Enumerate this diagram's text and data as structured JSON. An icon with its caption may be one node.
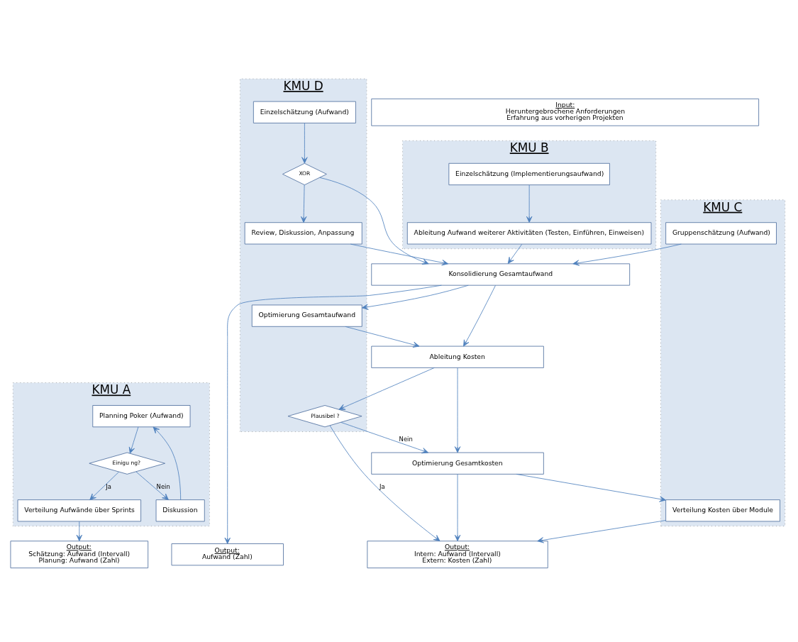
{
  "diagram": {
    "nodes": [
      {
        "text": [
          "KMU A"
        ]
      },
      {
        "text": [
          "KMU B"
        ]
      },
      {
        "text": [
          "KMU C"
        ]
      },
      {
        "text": [
          "KMU D"
        ]
      },
      {
        "text": [
          "Input:",
          "Heruntergebrochene Anforderungen",
          "Erfahrung aus vorherigen Projekten"
        ]
      },
      {
        "text": [
          "Planning Poker (Aufwand)"
        ],
        "in": 0
      },
      {
        "text": [
          "Einigu ng?"
        ],
        "in": 0
      },
      {
        "text": [
          "Diskussion"
        ],
        "in": 0
      },
      {
        "text": [
          "Verteilung Aufwände über Sprints"
        ],
        "in": 0
      },
      {
        "text": [
          "Output:",
          "Schätzung: Aufwand (Intervall)",
          "Planung: Aufwand (Zahl)"
        ]
      },
      {
        "text": [
          "Einzelschätzung (Implementierungsaufwand)"
        ],
        "in": 1
      },
      {
        "text": [
          "Ableitung Aufwand weiterer Aktivitäten (Testen, Einführen, Einweisen)"
        ],
        "in": 1
      },
      {
        "text": [
          "Konsolidierung Gesamtaufwand"
        ]
      },
      {
        "text": [
          "Output:",
          "Aufwand (Zahl)"
        ]
      },
      {
        "text": [
          "Gruppenschätzung (Aufwand)"
        ],
        "in": 2
      },
      {
        "text": [
          "Einzelschätzung (Aufwand)"
        ],
        "in": 3
      },
      {
        "text": [
          "XOR"
        ],
        "in": 3
      },
      {
        "text": [
          "Review, Diskussion, Anpassung"
        ],
        "in": 3
      },
      {
        "text": [
          "Optimierung Gesamtaufwand"
        ],
        "in": 3
      },
      {
        "text": [
          "Ableitung Kosten"
        ]
      },
      {
        "text": [
          "Plausibel ?"
        ],
        "in": 3
      },
      {
        "text": [
          "Optimierung Gesamtkosten"
        ]
      },
      {
        "text": [
          "Verteilung Kosten über Module"
        ],
        "in": 2
      },
      {
        "text": [
          "Output:",
          "Intern: Aufwand (Intervall)",
          "Extern: Kosten (Zahl)"
        ]
      }
    ],
    "edges": [
      {
        "from": 5,
        "to": 6,
        "arrow": "to"
      },
      {
        "from": 6,
        "to": 7,
        "arrow": "to",
        "label": "Nein"
      },
      {
        "from": 7,
        "to": 5,
        "arrow": "to"
      },
      {
        "from": 6,
        "to": 8,
        "arrow": "to",
        "label": "Ja"
      },
      {
        "from": 8,
        "to": 9,
        "arrow": "to"
      },
      {
        "from": 10,
        "to": 11,
        "arrow": "to"
      },
      {
        "from": 11,
        "to": 12,
        "arrow": "to"
      },
      {
        "from": 12,
        "to": 13,
        "arrow": "to"
      },
      {
        "from": 14,
        "to": 12,
        "arrow": "to"
      },
      {
        "from": 15,
        "to": 16,
        "arrow": "to"
      },
      {
        "from": 16,
        "to": 17,
        "arrow": "to"
      },
      {
        "from": 16,
        "to": 12,
        "arrow": "to"
      },
      {
        "from": 17,
        "to": 12,
        "arrow": "to"
      },
      {
        "from": 12,
        "to": 18,
        "arrow": "to"
      },
      {
        "from": 12,
        "to": 19,
        "arrow": "to"
      },
      {
        "from": 18,
        "to": 19,
        "arrow": "to"
      },
      {
        "from": 19,
        "to": 20,
        "arrow": "to"
      },
      {
        "from": 19,
        "to": 21,
        "arrow": "to"
      },
      {
        "from": 20,
        "to": 21,
        "arrow": "to",
        "label": "Nein"
      },
      {
        "from": 20,
        "to": 23,
        "arrow": "to",
        "label": "Ja"
      },
      {
        "from": 21,
        "to": 22,
        "arrow": "to"
      },
      {
        "from": 21,
        "to": 23,
        "arrow": "to"
      },
      {
        "from": 22,
        "to": 23,
        "arrow": "to"
      }
    ]
  }
}
